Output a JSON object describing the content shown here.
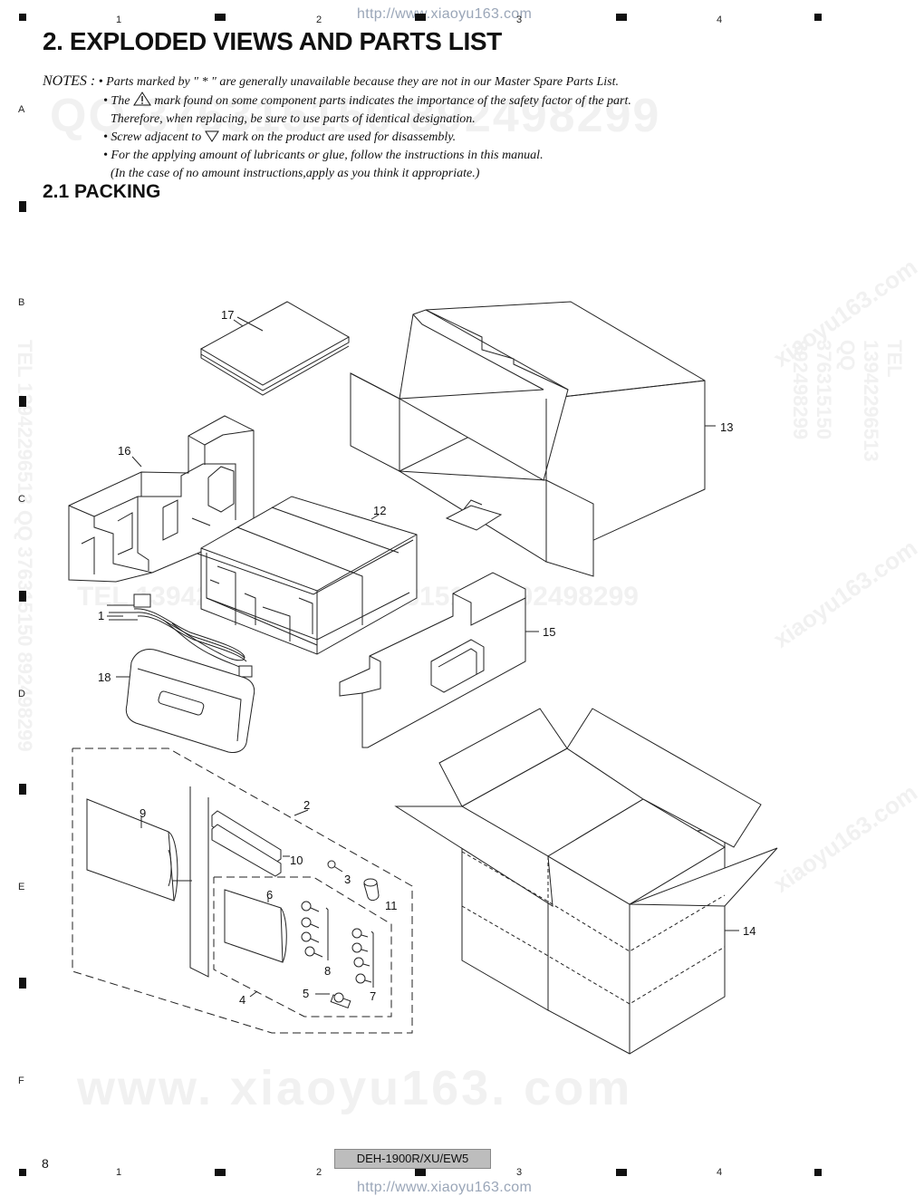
{
  "header": {
    "url": "http://www.xiaoyu163.com"
  },
  "grid": {
    "columns": [
      "1",
      "2",
      "3",
      "4"
    ],
    "rows": [
      "A",
      "B",
      "C",
      "D",
      "E",
      "F"
    ]
  },
  "title": "2. EXPLODED VIEWS AND PARTS LIST",
  "notes": {
    "lead": "NOTES :",
    "items": [
      "• Parts marked by  \" * \"  are generally unavailable because they are not in our Master Spare Parts List.",
      "• The",
      "mark found on some component parts indicates the importance of the safety factor of the part.",
      "Therefore, when replacing, be sure to use parts of identical designation.",
      "• Screw adjacent to",
      "mark on the product are used for disassembly.",
      "• For the applying amount of lubricants or glue, follow the instructions in this manual.",
      "(In the case of no amount instructions,apply as you think it appropriate.)"
    ]
  },
  "section_title": "2.1  PACKING",
  "parts": {
    "p1": "1",
    "p2": "2",
    "p3": "3",
    "p4": "4",
    "p5": "5",
    "p6": "6",
    "p7": "7",
    "p8": "8",
    "p9": "9",
    "p10": "10",
    "p11": "11",
    "p12": "12",
    "p13": "13",
    "p14": "14",
    "p15": "15",
    "p16": "16",
    "p17": "17",
    "p18": "18"
  },
  "watermarks": {
    "qq_top": "QQ 376315150  892498299",
    "qq_mid": "TEL 13942296513  QQ 376315150  892498299",
    "site_bottom": "www. xiaoyu163. com",
    "side_right": "TEL 13942296513  QQ 376315150  892498299",
    "side_left": "TEL 13942296513  QQ 376315150  892498299",
    "cn_site": "xiaoyu163.com"
  },
  "footer": {
    "model": "DEH-1900R/XU/EW5",
    "page_number": "8",
    "url": "http://www.xiaoyu163.com"
  }
}
